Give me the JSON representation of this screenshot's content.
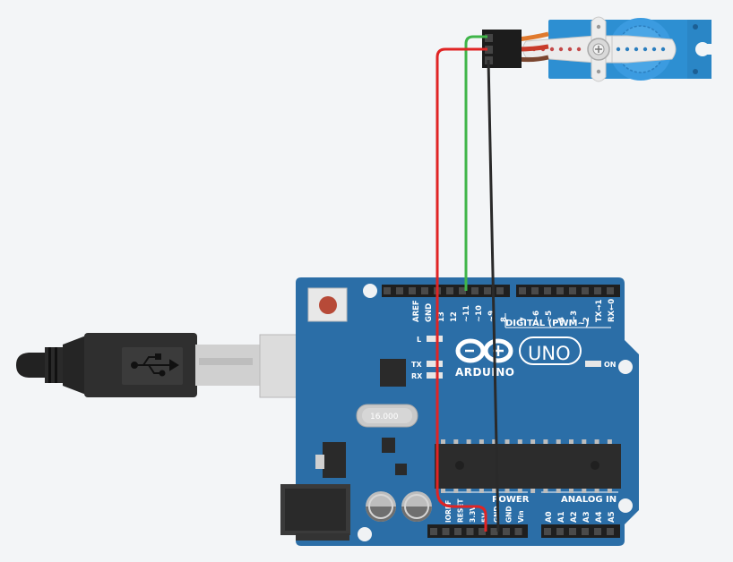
{
  "board": {
    "brand": "ARDUINO",
    "model": "UNO",
    "digital_label": "DIGITAL (PWM~)",
    "power_label": "POWER",
    "analog_label": "ANALOG IN",
    "crystal_text": "16.000",
    "led_l": "L",
    "led_tx": "TX",
    "led_rx": "RX",
    "on_label": "ON",
    "digital_pins_left": [
      "AREF",
      "GND",
      "13",
      "12",
      "~11",
      "~10",
      "~9",
      "8"
    ],
    "digital_pins_right": [
      "7",
      "~6",
      "~5",
      "4",
      "~3",
      "2",
      "TX→1",
      "RX←0"
    ],
    "power_pins": [
      "IOREF",
      "RESET",
      "3.3V",
      "5V",
      "GND",
      "GND",
      "Vin"
    ],
    "analog_pins": [
      "A0",
      "A1",
      "A2",
      "A3",
      "A4",
      "A5"
    ]
  },
  "colors": {
    "board": "#2b6ea7",
    "wire_signal": "#3fb549",
    "wire_power": "#e02424",
    "wire_ground": "#2a2a2a",
    "servo_body": "#2d8fd2",
    "background": "#f3f5f7"
  },
  "icons": {
    "usb": "usb-icon",
    "servo": "servo-motor",
    "logo": "infinity-logo"
  }
}
